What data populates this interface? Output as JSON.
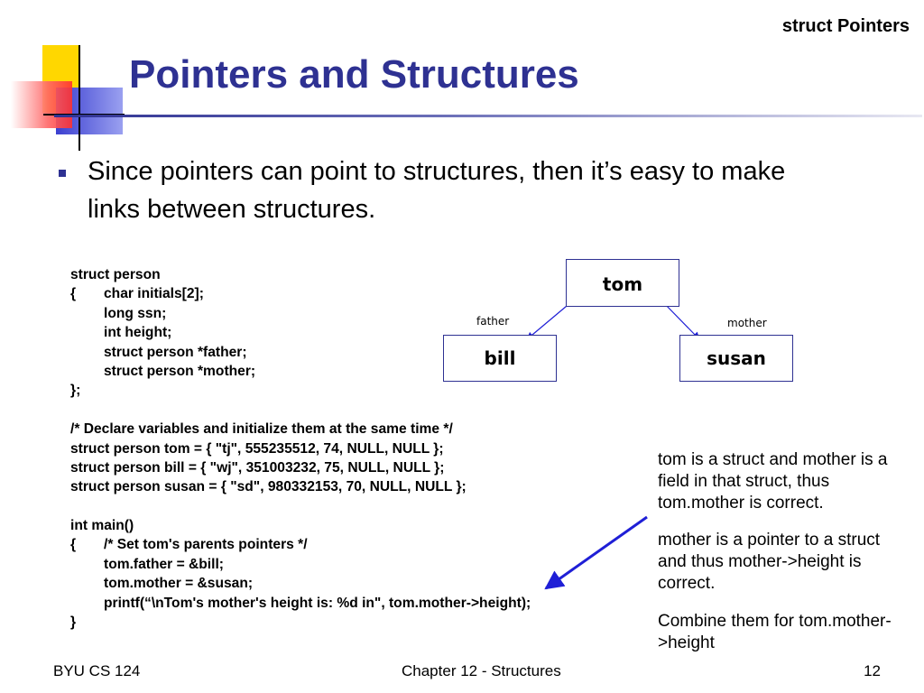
{
  "corner_label": "struct Pointers",
  "title": "Pointers and Structures",
  "bullet": "Since pointers can point to structures, then it’s easy to make links between structures.",
  "code_lines": [
    {
      "indent": 0,
      "text": "struct person"
    },
    {
      "indent": 0,
      "lead": "{",
      "text": "char initials[2];"
    },
    {
      "indent": 1,
      "text": "long ssn;"
    },
    {
      "indent": 1,
      "text": "int height;"
    },
    {
      "indent": 1,
      "text": "struct person *father;"
    },
    {
      "indent": 1,
      "text": "struct person *mother;"
    },
    {
      "indent": 0,
      "text": "};"
    },
    {
      "indent": 0,
      "text": ""
    },
    {
      "indent": 0,
      "text": "/* Declare variables and initialize them at the same time */"
    },
    {
      "indent": 0,
      "text": "struct person tom = { \"tj\", 555235512, 74, NULL, NULL };"
    },
    {
      "indent": 0,
      "text": "struct person bill = { \"wj\", 351003232, 75, NULL, NULL };"
    },
    {
      "indent": 0,
      "text": "struct person susan = { \"sd\", 980332153, 70, NULL, NULL };"
    },
    {
      "indent": 0,
      "text": ""
    },
    {
      "indent": 0,
      "text": "int main()"
    },
    {
      "indent": 0,
      "lead": "{",
      "text": "/* Set tom's parents pointers */"
    },
    {
      "indent": 1,
      "text": "tom.father = &bill;"
    },
    {
      "indent": 1,
      "text": "tom.mother = &susan;"
    },
    {
      "indent": 1,
      "text": "printf(“\\nTom's mother's height is: %d in\", tom.mother->height);"
    },
    {
      "indent": 0,
      "text": "}"
    }
  ],
  "diagram": {
    "top_node": "tom",
    "left_node": "bill",
    "right_node": "susan",
    "left_edge_label": "father",
    "right_edge_label": "mother"
  },
  "notes": [
    "tom is a struct and mother is a field in that struct, thus tom.mother is correct.",
    "mother is a pointer to a struct and thus mother->height is correct.",
    "Combine them for tom.mother->height"
  ],
  "footer": {
    "left": "BYU CS 124",
    "center": "Chapter 12 - Structures",
    "right": "12"
  },
  "colors": {
    "title": "#2e3192",
    "box_border": "#2e3192",
    "arrow": "#1f1fd6",
    "deco_yellow": "#ffd700",
    "deco_red": "#ff4040",
    "deco_blue": "#3b3fd0"
  }
}
